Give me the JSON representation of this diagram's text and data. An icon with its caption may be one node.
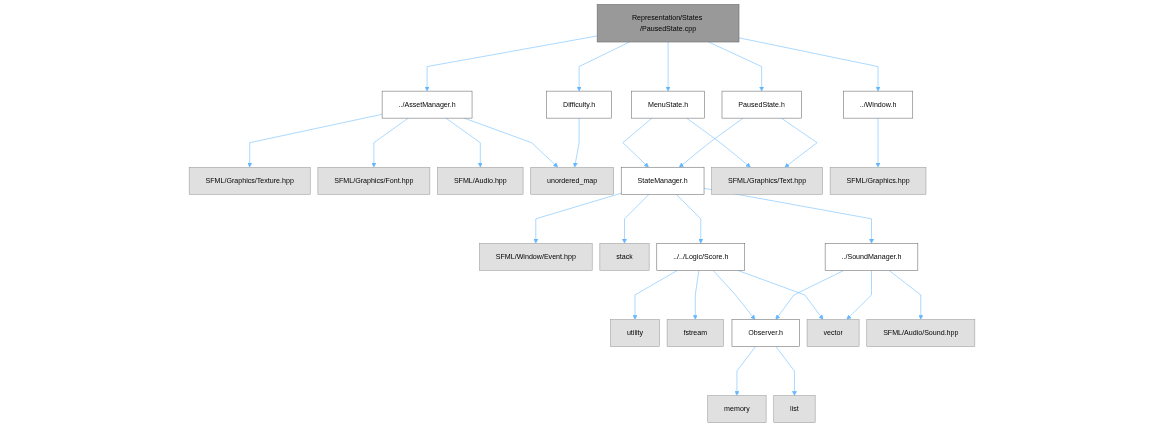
{
  "diagram": {
    "nodes": [
      {
        "text": [
          "Representation/States /PausedState.cpp"
        ]
      },
      {
        "text": [
          "../AssetManager.h"
        ]
      },
      {
        "text": [
          "Difficulty.h"
        ]
      },
      {
        "text": [
          "MenuState.h"
        ]
      },
      {
        "text": [
          "PausedState.h"
        ]
      },
      {
        "text": [
          "../Window.h"
        ]
      },
      {
        "text": [
          "SFML/Graphics/Texture.hpp"
        ]
      },
      {
        "text": [
          "SFML/Graphics/Font.hpp"
        ]
      },
      {
        "text": [
          "SFML/Audio.hpp"
        ]
      },
      {
        "text": [
          "unordered_map"
        ]
      },
      {
        "text": [
          "StateManager.h"
        ]
      },
      {
        "text": [
          "SFML/Graphics/Text.hpp"
        ]
      },
      {
        "text": [
          "SFML/Graphics.hpp"
        ]
      },
      {
        "text": [
          "SFML/Window/Event.hpp"
        ]
      },
      {
        "text": [
          "stack"
        ]
      },
      {
        "text": [
          "../../Logic/Score.h"
        ]
      },
      {
        "text": [
          "../SoundManager.h"
        ]
      },
      {
        "text": [
          "utility"
        ]
      },
      {
        "text": [
          "fstream"
        ]
      },
      {
        "text": [
          "Observer.h"
        ]
      },
      {
        "text": [
          "vector"
        ]
      },
      {
        "text": [
          "SFML/Audio/Sound.hpp"
        ]
      },
      {
        "text": [
          "memory"
        ]
      },
      {
        "text": [
          "list"
        ]
      }
    ],
    "edges": [
      {
        "from": 0,
        "to": 1,
        "arrow": "to"
      },
      {
        "from": 0,
        "to": 2,
        "arrow": "to"
      },
      {
        "from": 0,
        "to": 3,
        "arrow": "to"
      },
      {
        "from": 0,
        "to": 4,
        "arrow": "to"
      },
      {
        "from": 0,
        "to": 5,
        "arrow": "to"
      },
      {
        "from": 1,
        "to": 6,
        "arrow": "to"
      },
      {
        "from": 1,
        "to": 7,
        "arrow": "to"
      },
      {
        "from": 1,
        "to": 8,
        "arrow": "to"
      },
      {
        "from": 1,
        "to": 9,
        "arrow": "to"
      },
      {
        "from": 2,
        "to": 9,
        "arrow": "to"
      },
      {
        "from": 3,
        "to": 10,
        "arrow": "to"
      },
      {
        "from": 3,
        "to": 11,
        "arrow": "to"
      },
      {
        "from": 4,
        "to": 10,
        "arrow": "to"
      },
      {
        "from": 4,
        "to": 11,
        "arrow": "to"
      },
      {
        "from": 5,
        "to": 12,
        "arrow": "to"
      },
      {
        "from": 10,
        "to": 13,
        "arrow": "to"
      },
      {
        "from": 10,
        "to": 14,
        "arrow": "to"
      },
      {
        "from": 10,
        "to": 15,
        "arrow": "to"
      },
      {
        "from": 10,
        "to": 16,
        "arrow": "to"
      },
      {
        "from": 15,
        "to": 17,
        "arrow": "to"
      },
      {
        "from": 15,
        "to": 18,
        "arrow": "to"
      },
      {
        "from": 15,
        "to": 19,
        "arrow": "to"
      },
      {
        "from": 15,
        "to": 20,
        "arrow": "to"
      },
      {
        "from": 16,
        "to": 19,
        "arrow": "to"
      },
      {
        "from": 16,
        "to": 20,
        "arrow": "to"
      },
      {
        "from": 16,
        "to": 21,
        "arrow": "to"
      },
      {
        "from": 19,
        "to": 22,
        "arrow": "to"
      },
      {
        "from": 19,
        "to": 23,
        "arrow": "to"
      }
    ]
  }
}
